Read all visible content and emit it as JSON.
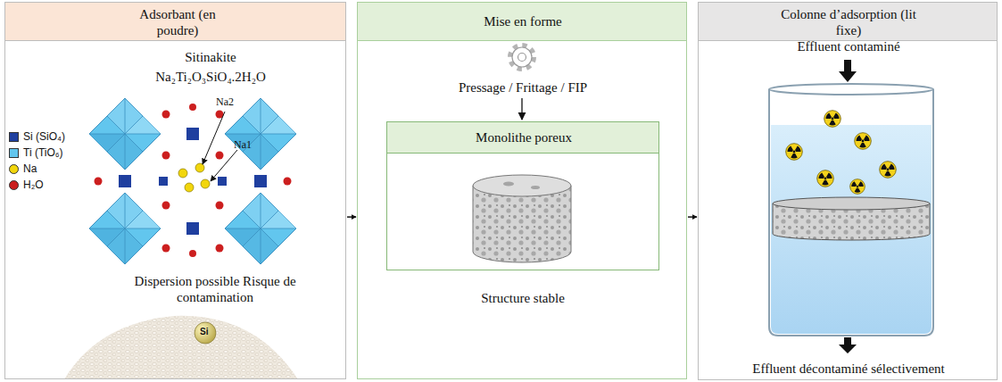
{
  "diagram": {
    "nodes": [
      {
        "text": [
          "Adsorbant (en poudre)",
          "Sitinakite",
          "Na₂Ti₂O₃SiO₄.2H₂O",
          "Dispersion possible Risque de contamination"
        ]
      },
      {
        "text": [
          "Mise en forme",
          "Pressage / Frittage / FIP",
          "Structure stable"
        ]
      },
      {
        "text": [
          "Monolithe poreux"
        ],
        "in": 1
      },
      {
        "text": [
          "Colonne d’adsorption (lit fixe)",
          "Effluent contaminé",
          "Effluent décontaminé sélectivement"
        ]
      }
    ],
    "edges": [
      {
        "from": 0,
        "to": 1,
        "arrow": "to"
      },
      {
        "from": 1,
        "to": 3,
        "arrow": "to"
      }
    ],
    "labels": [
      "Na2",
      "Na1",
      "Si"
    ],
    "legend": [
      {
        "text": "Si (SiO₄)",
        "color": "#1f3f9f"
      },
      {
        "text": "Ti (TiO₆)",
        "color": "#62c6ee"
      },
      {
        "text": "Na",
        "color": "#f2d60c"
      },
      {
        "text": "H₂O",
        "color": "#cc1f1f"
      }
    ]
  }
}
